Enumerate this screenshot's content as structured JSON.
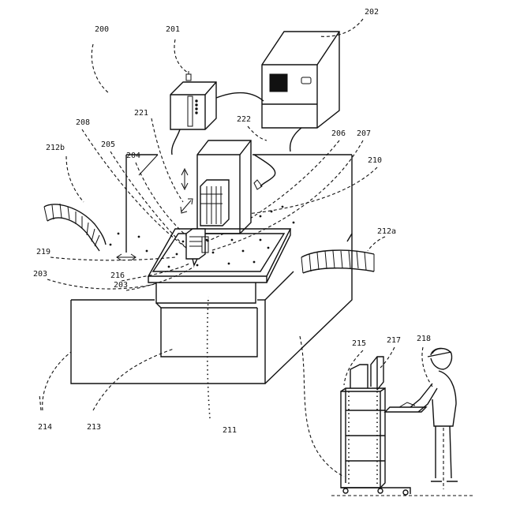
{
  "labels": {
    "l200": "200",
    "l201": "201",
    "l202": "202",
    "l221": "221",
    "l222": "222",
    "l208": "208",
    "l205": "205",
    "l204": "204",
    "l206": "206",
    "l207": "207",
    "l212b": "212b",
    "l210": "210",
    "l212a": "212a",
    "l219": "219",
    "l216": "216",
    "l203a": "203",
    "l203b": "203",
    "l215": "215",
    "l217": "217",
    "l218": "218",
    "l214": "214",
    "l213": "213",
    "l211": "211"
  }
}
